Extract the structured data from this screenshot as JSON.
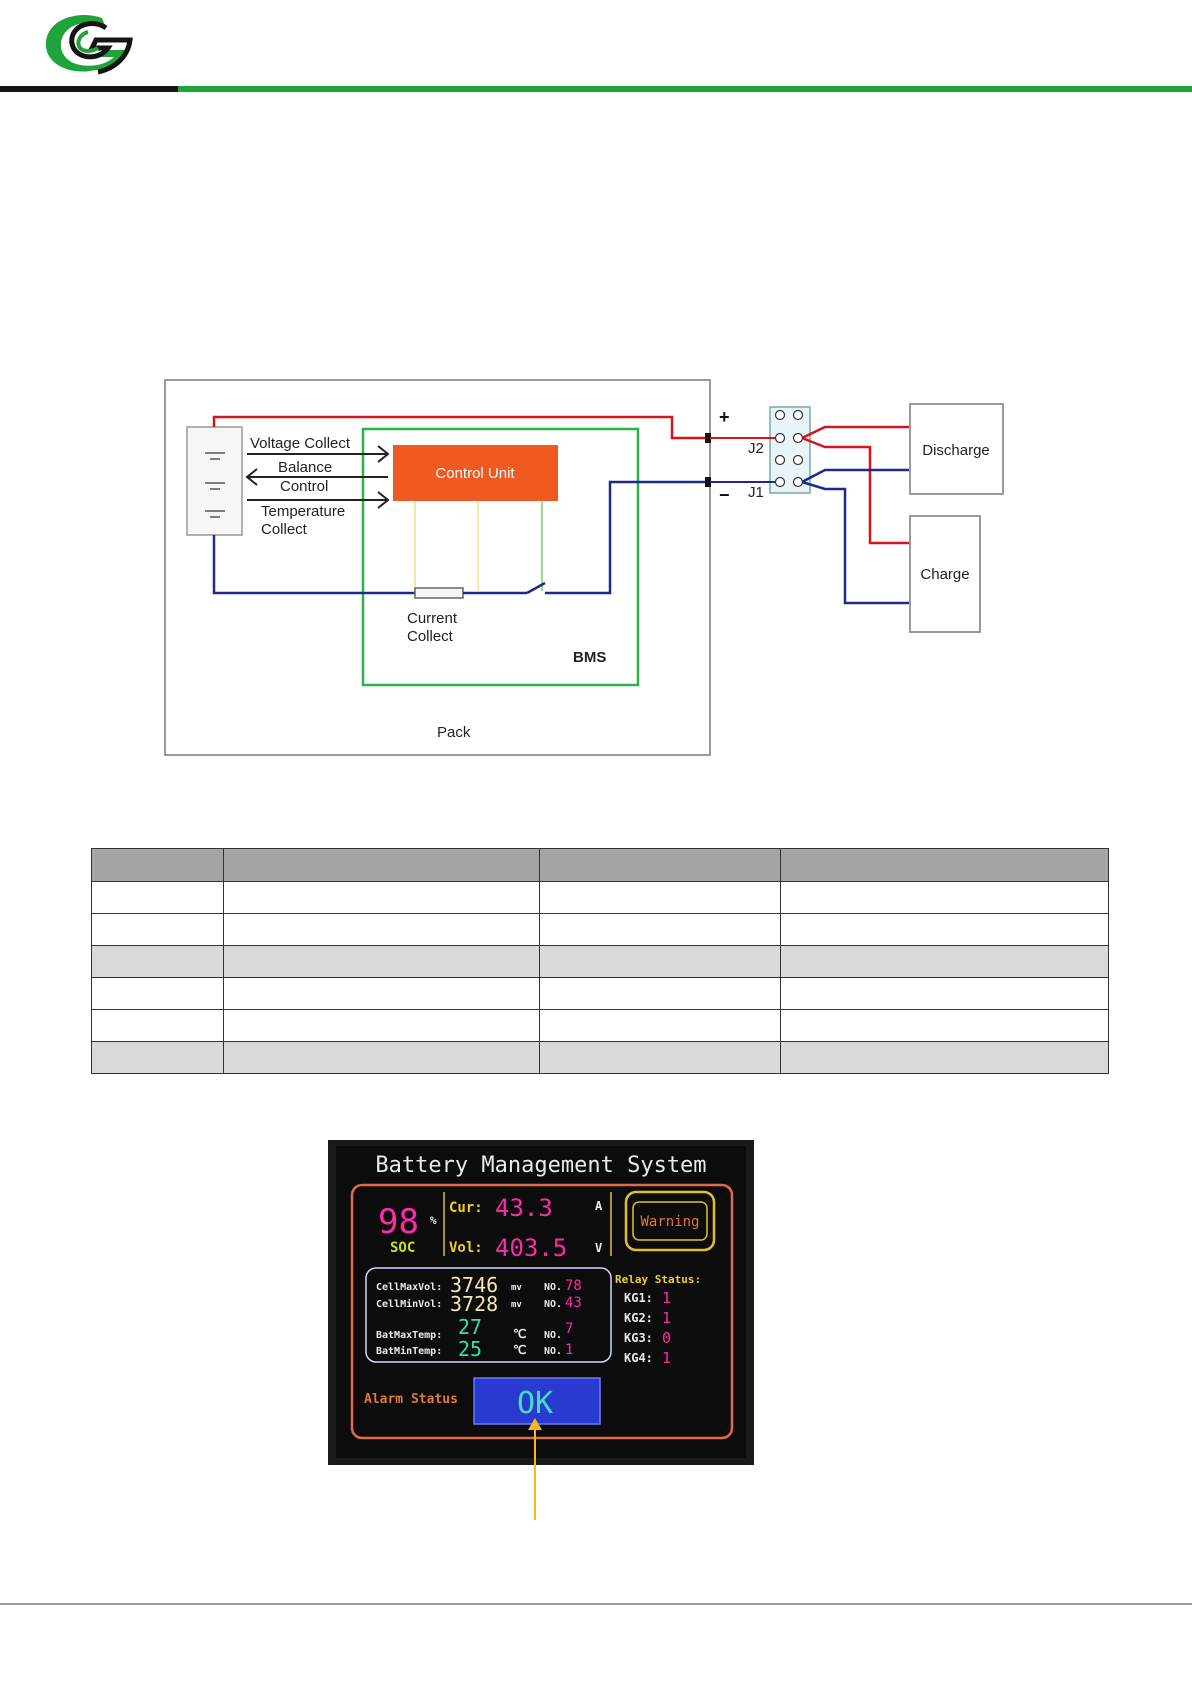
{
  "colors": {
    "brand_green": "#1fa43a",
    "header_black": "#141414",
    "positive_wire": "#d4151b",
    "negative_wire": "#1e2a8a",
    "bms_border": "#2cb14a",
    "control_unit": "#f05a22",
    "arrow": "#f5b820"
  },
  "diagram": {
    "voltage_collect": "Voltage Collect",
    "balance": "Balance",
    "control": "Control",
    "temperature": "Temperature",
    "collect": "Collect",
    "control_unit": "Control Unit",
    "current": "Current",
    "current_collect": "Collect",
    "bms": "BMS",
    "pack": "Pack",
    "plus": "+",
    "minus": "−",
    "j2": "J2",
    "j1": "J1",
    "discharge": "Discharge",
    "charge": "Charge"
  },
  "table": {
    "rows": 6,
    "columns": 4,
    "shaded_rows": [
      3,
      6
    ]
  },
  "display": {
    "title": "Battery Management System",
    "soc_value": "98",
    "soc_unit": "%",
    "soc_label": "SOC",
    "cur_label": "Cur:",
    "cur_value": "43.3",
    "cur_unit": "A",
    "vol_label": "Vol:",
    "vol_value": "403.5",
    "vol_unit": "V",
    "warning": "Warning",
    "cell_max_label": "CellMaxVol:",
    "cell_max_value": "3746",
    "cell_min_label": "CellMinVol:",
    "cell_min_value": "3728",
    "mv_unit": "mv",
    "bat_max_temp_label": "BatMaxTemp:",
    "bat_max_temp_value": "27",
    "bat_min_temp_label": "BatMinTemp:",
    "bat_min_temp_value": "25",
    "deg_unit": "℃",
    "no_label": "NO.",
    "no_cell_max": "78",
    "no_cell_min": "43",
    "no_temp_max": "7",
    "no_temp_min": "1",
    "relay_status": "Relay Status:",
    "kg1_label": "KG1:",
    "kg1_value": "1",
    "kg2_label": "KG2:",
    "kg2_value": "1",
    "kg3_label": "KG3:",
    "kg3_value": "0",
    "kg4_label": "KG4:",
    "kg4_value": "1",
    "alarm_status": "Alarm Status",
    "ok": "OK"
  }
}
